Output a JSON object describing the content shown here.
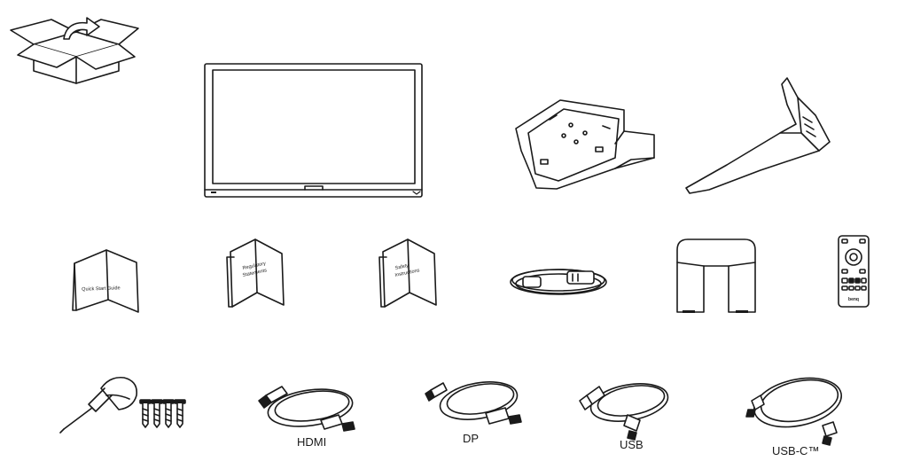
{
  "booklets": {
    "quick_start": "Quick Start Guide",
    "regulatory_line1": "Regulatory",
    "regulatory_line2": "Statements",
    "safety_line1": "Safety",
    "safety_line2": "Instructions"
  },
  "cables": {
    "hdmi": "HDMI",
    "dp": "DP",
    "usb": "USB",
    "usbc": "USB-C™"
  },
  "brand": {
    "remote_logo": "benq"
  }
}
